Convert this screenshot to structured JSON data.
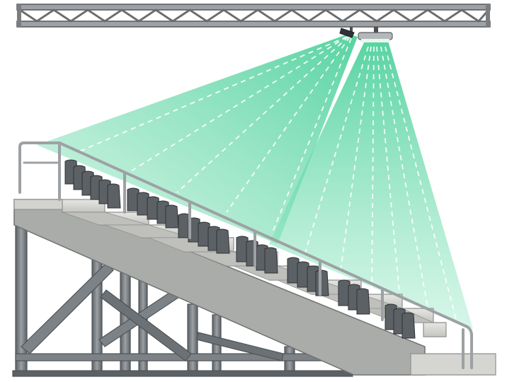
{
  "scene": {
    "colors": {
      "background": "#ffffff",
      "truss": "#8c8f92",
      "truss_dark": "#5a5d60",
      "light_beam": "#3fcf94",
      "light_beam_edge": "#9fe8c8",
      "beam_lines": "#ffffff",
      "concrete": "#d9d9d6",
      "concrete_shadow": "#b8b8b4",
      "steel": "#7d8286",
      "steel_dark": "#4f5458",
      "seat": "#5c6166",
      "seat_dark": "#3a3e42",
      "handrail": "#a9adb0"
    },
    "objects": [
      "overhead-truss",
      "floodlight",
      "spotlight",
      "light-beams",
      "bleacher-stairs",
      "stadium-seats",
      "handrail",
      "steel-frame"
    ]
  }
}
